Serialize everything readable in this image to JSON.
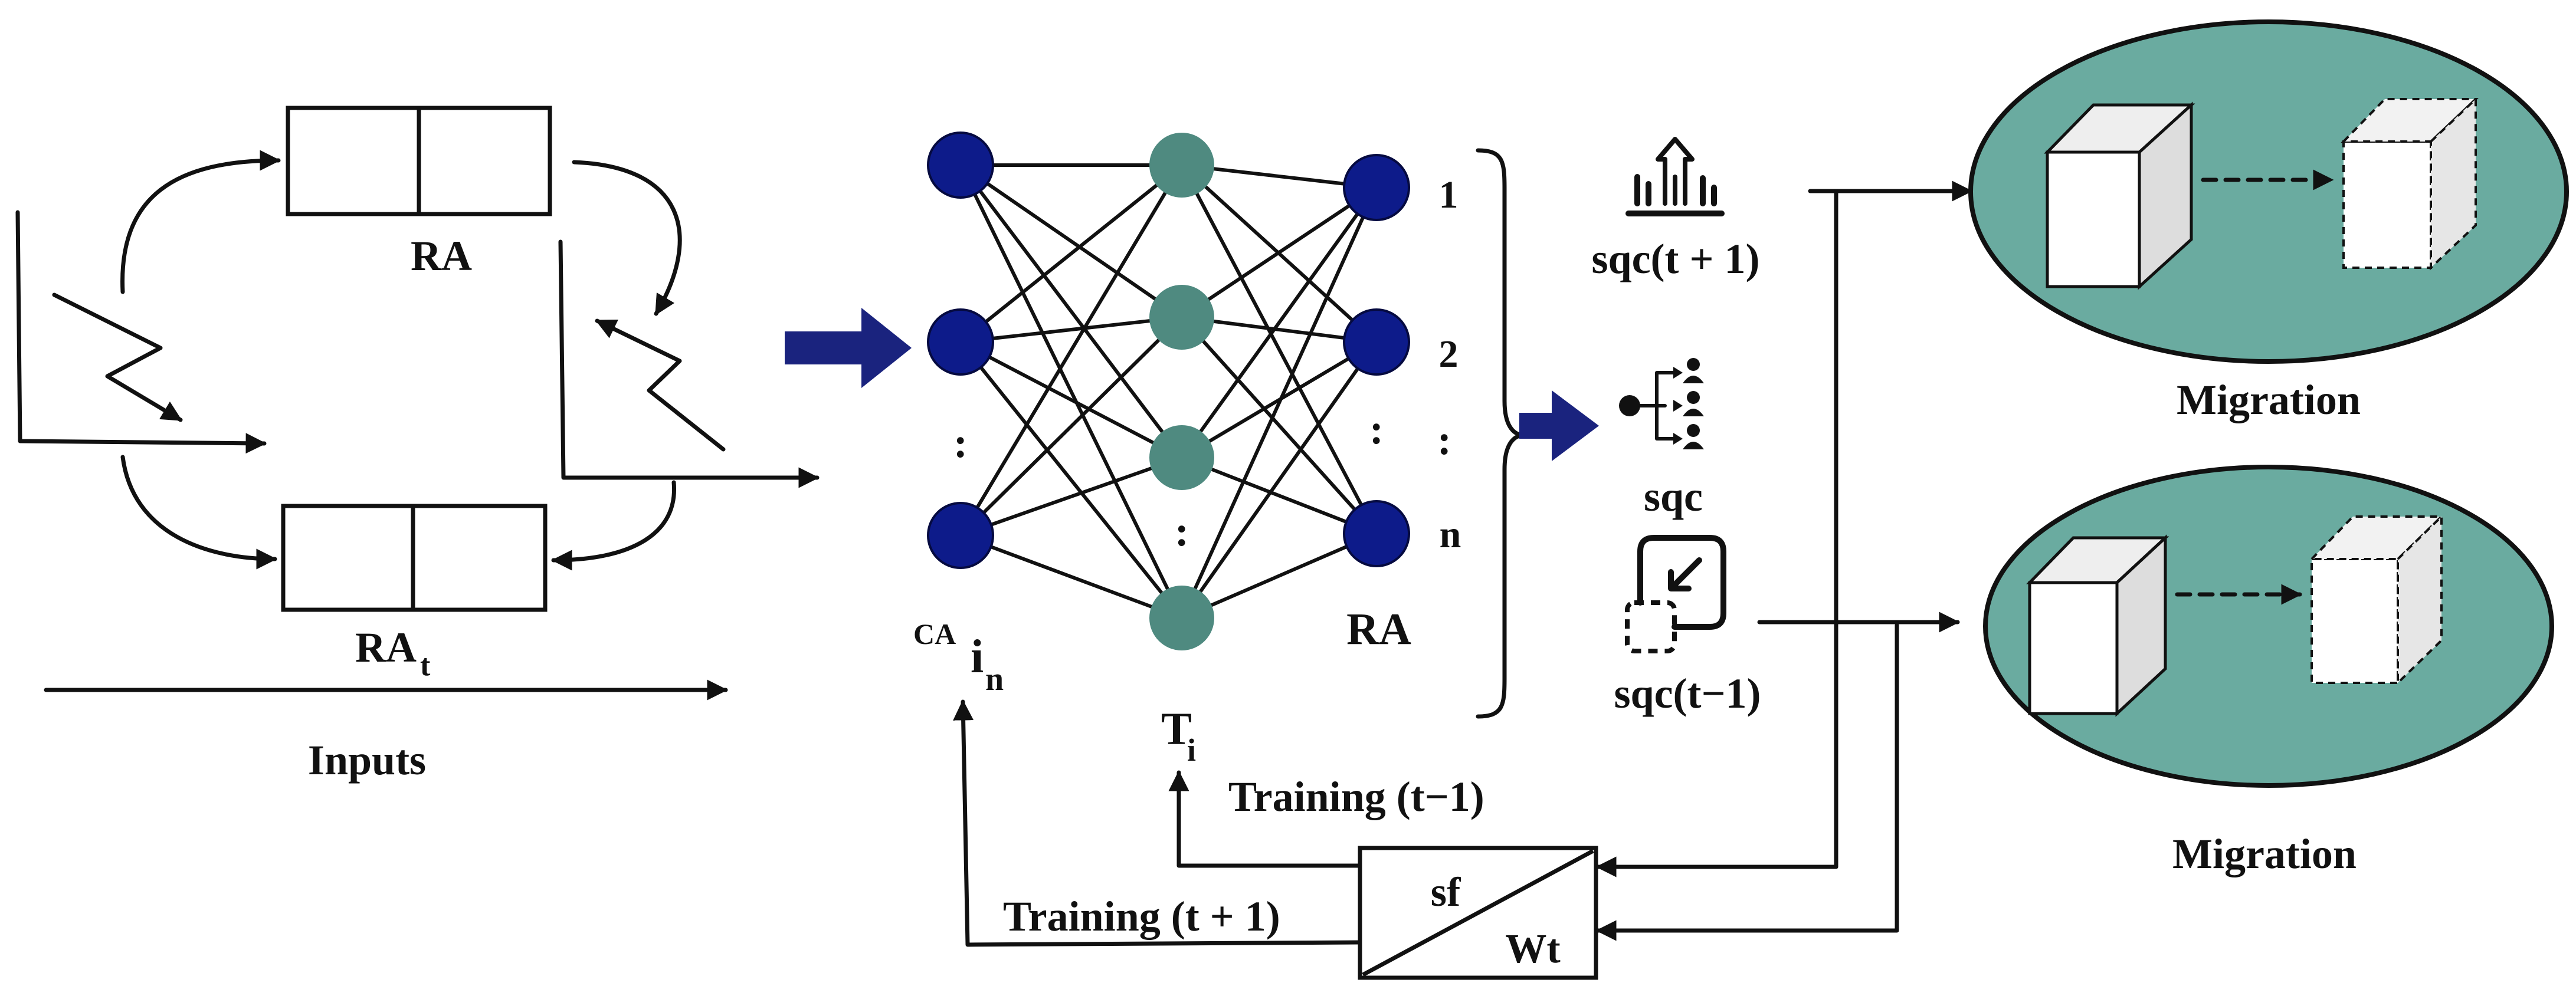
{
  "colors": {
    "ink": "#111111",
    "input_node": "#0d1b8a",
    "hidden_node": "#4f8a80",
    "output_node": "#0d1b8a",
    "block_arrow": "#1a237e",
    "migration_ellipse": "#6aaba0"
  },
  "inputs": {
    "queue_top_label": "RA",
    "queue_bottom_label": "RA",
    "queue_bottom_subscript": "t",
    "caption": "Inputs"
  },
  "network": {
    "input_label_sup": "CA",
    "input_label_main": "i",
    "input_label_sub": "n",
    "input_ellipsis": ":",
    "hidden_label_main": "T",
    "hidden_label_sub": "i",
    "hidden_ellipsis": ":",
    "output_label": "RA",
    "output_ellipsis": ":",
    "output_indices": [
      "1",
      "2",
      ":",
      "n"
    ]
  },
  "metrics": {
    "top_label": "sqc(t + 1)",
    "middle_label": "sqc",
    "bottom_label": "sqc(t−1)",
    "top_icon": "growth-chart-icon",
    "middle_icon": "hierarchy-users-icon",
    "bottom_icon": "import-arrow-icon"
  },
  "feedback": {
    "box_top": "sf",
    "box_bottom": "Wt",
    "training_upper": "Training (t−1)",
    "training_lower": "Training (t + 1)"
  },
  "migration": {
    "top_label": "Migration",
    "bottom_label": "Migration"
  }
}
